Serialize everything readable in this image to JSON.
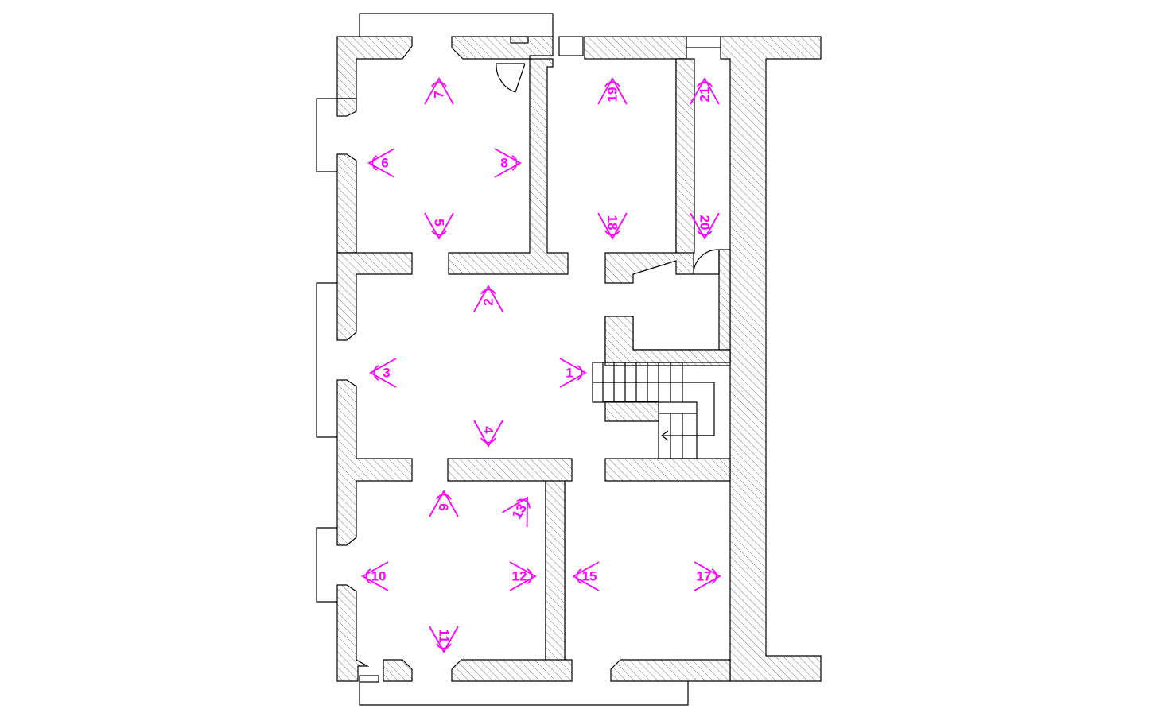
{
  "colors": {
    "wall_outline": "#000000",
    "wall_hatch": "#7a7a7a",
    "view_marker": "#ff00ff",
    "background": "#ffffff"
  },
  "markers": [
    {
      "id": "1",
      "label": "1"
    },
    {
      "id": "2",
      "label": "2"
    },
    {
      "id": "3",
      "label": "3"
    },
    {
      "id": "4",
      "label": "4"
    },
    {
      "id": "5",
      "label": "5"
    },
    {
      "id": "6",
      "label": "6"
    },
    {
      "id": "7",
      "label": "7"
    },
    {
      "id": "8",
      "label": "8"
    },
    {
      "id": "9",
      "label": "9"
    },
    {
      "id": "10",
      "label": "10"
    },
    {
      "id": "11",
      "label": "11"
    },
    {
      "id": "12",
      "label": "12"
    },
    {
      "id": "13",
      "label": "13"
    },
    {
      "id": "15",
      "label": "15"
    },
    {
      "id": "17",
      "label": "17"
    },
    {
      "id": "18",
      "label": "18"
    },
    {
      "id": "19",
      "label": "19"
    },
    {
      "id": "20",
      "label": "20"
    },
    {
      "id": "21",
      "label": "21"
    }
  ]
}
